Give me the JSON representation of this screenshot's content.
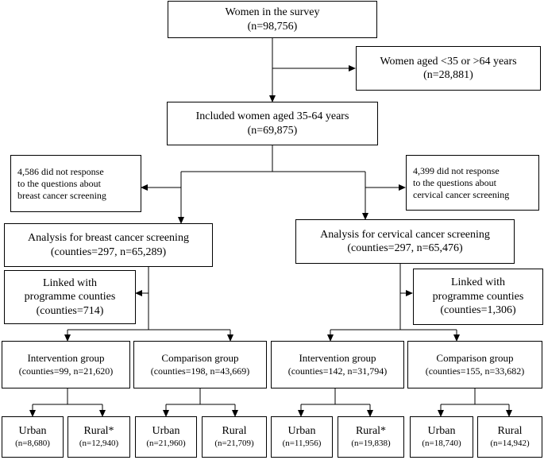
{
  "boxes": {
    "survey": {
      "line1": "Women in the survey",
      "line2": "(n=98,756)"
    },
    "excluded_age": {
      "line1": "Women aged <35 or >64 years",
      "line2": "(n=28,881)"
    },
    "included": {
      "line1": "Included women aged 35-64 years",
      "line2": "(n=69,875)"
    },
    "no_response_breast": {
      "line1": "4,586 did not response",
      "line2": "to the questions about",
      "line3": "breast cancer screening"
    },
    "no_response_cervical": {
      "line1": "4,399 did not response",
      "line2": "to the questions about",
      "line3": "cervical cancer screening"
    },
    "analysis_breast": {
      "line1": "Analysis for breast cancer screening",
      "line2": "(counties=297, n=65,289)"
    },
    "analysis_cervical": {
      "line1": "Analysis for cervical cancer screening",
      "line2": "(counties=297, n=65,476)"
    },
    "linked_breast": {
      "line1": "Linked with",
      "line2": "programme counties",
      "line3": "(counties=714)"
    },
    "linked_cervical": {
      "line1": "Linked with",
      "line2": "programme counties",
      "line3": "(counties=1,306)"
    },
    "intervention_breast": {
      "line1": "Intervention group",
      "line2": "(counties=99, n=21,620)"
    },
    "comparison_breast": {
      "line1": "Comparison group",
      "line2": "(counties=198, n=43,669)"
    },
    "intervention_cervical": {
      "line1": "Intervention group",
      "line2": "(counties=142, n=31,794)"
    },
    "comparison_cervical": {
      "line1": "Comparison group",
      "line2": "(counties=155, n=33,682)"
    },
    "urban_ib": {
      "line1": "Urban",
      "line2": "(n=8,680)"
    },
    "rural_ib": {
      "line1": "Rural*",
      "line2": "(n=12,940)"
    },
    "urban_cb": {
      "line1": "Urban",
      "line2": "(n=21,960)"
    },
    "rural_cb": {
      "line1": "Rural",
      "line2": "(n=21,709)"
    },
    "urban_ic": {
      "line1": "Urban",
      "line2": "(n=11,956)"
    },
    "rural_ic": {
      "line1": "Rural*",
      "line2": "(n=19,838)"
    },
    "urban_cc": {
      "line1": "Urban",
      "line2": "(n=18,740)"
    },
    "rural_cc": {
      "line1": "Rural",
      "line2": "(n=14,942)"
    }
  },
  "colors": {
    "stroke": "#000000",
    "background": "#ffffff"
  }
}
